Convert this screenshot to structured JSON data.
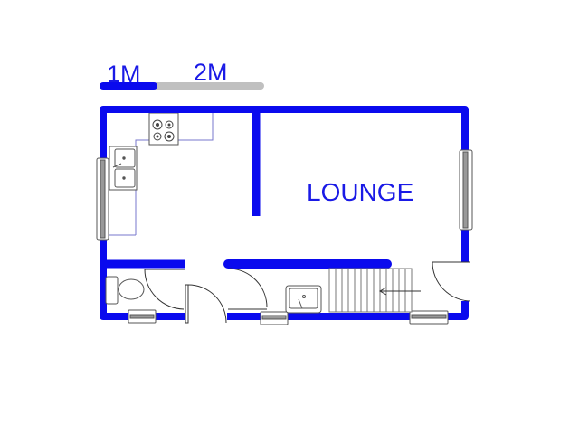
{
  "scale_bar": {
    "label_1": "1M",
    "label_2": "2M"
  },
  "rooms": {
    "lounge": "LOUNGE"
  },
  "colors": {
    "wall": "#0a0aee",
    "fixture": "#555555",
    "counter": "#7777cc",
    "scale_gray": "#c0c0c0"
  }
}
